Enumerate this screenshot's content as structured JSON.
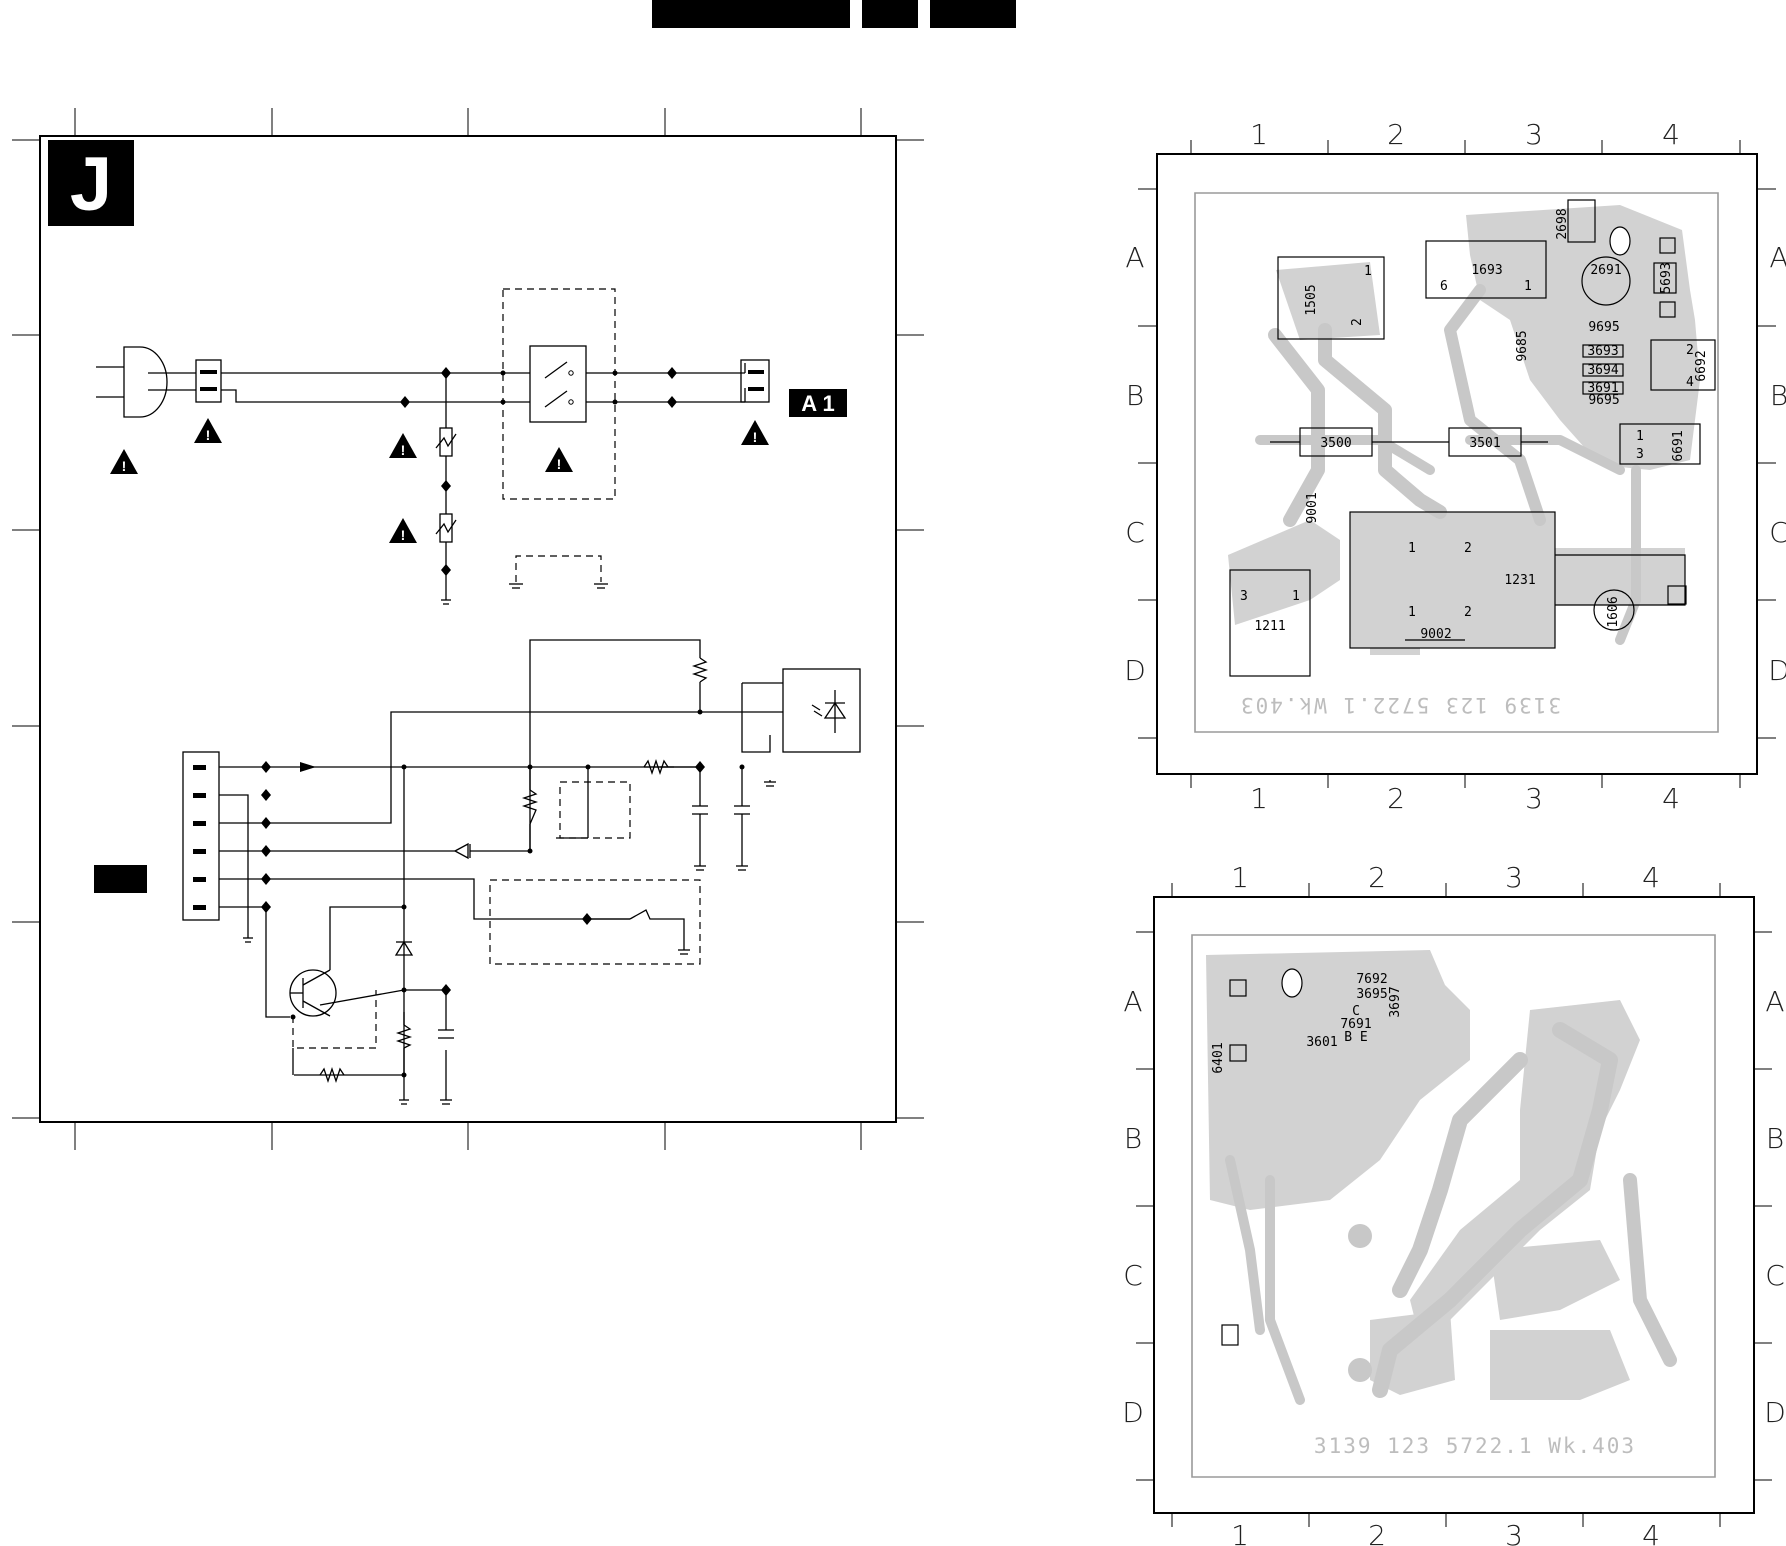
{
  "header": {
    "bars": 3
  },
  "schematic": {
    "panel_letter": "J",
    "ref_label": "A 1",
    "grid_ticks": 5
  },
  "pcb_top": {
    "col_labels": [
      "1",
      "2",
      "3",
      "4"
    ],
    "row_labels": [
      "A",
      "B",
      "C",
      "D"
    ],
    "board_text": "3139 123 5722.1 Wk.403",
    "components": [
      "1505",
      "1693",
      "2698",
      "2691",
      "5693",
      "9695",
      "9685",
      "3693",
      "3694",
      "3691",
      "6692",
      "3500",
      "3501",
      "6691",
      "9001",
      "1231",
      "1606",
      "1211",
      "9002"
    ],
    "pins": [
      "1",
      "2",
      "6",
      "1",
      "2",
      "4",
      "1",
      "3",
      "1",
      "2",
      "1",
      "2",
      "3",
      "1"
    ]
  },
  "pcb_bottom": {
    "col_labels": [
      "1",
      "2",
      "3",
      "4"
    ],
    "row_labels": [
      "A",
      "B",
      "C",
      "D"
    ],
    "board_text": "3139 123 5722.1 Wk.403",
    "components": [
      "7692",
      "3695",
      "3697",
      "C",
      "7691",
      "B E",
      "3601",
      "6401"
    ]
  }
}
